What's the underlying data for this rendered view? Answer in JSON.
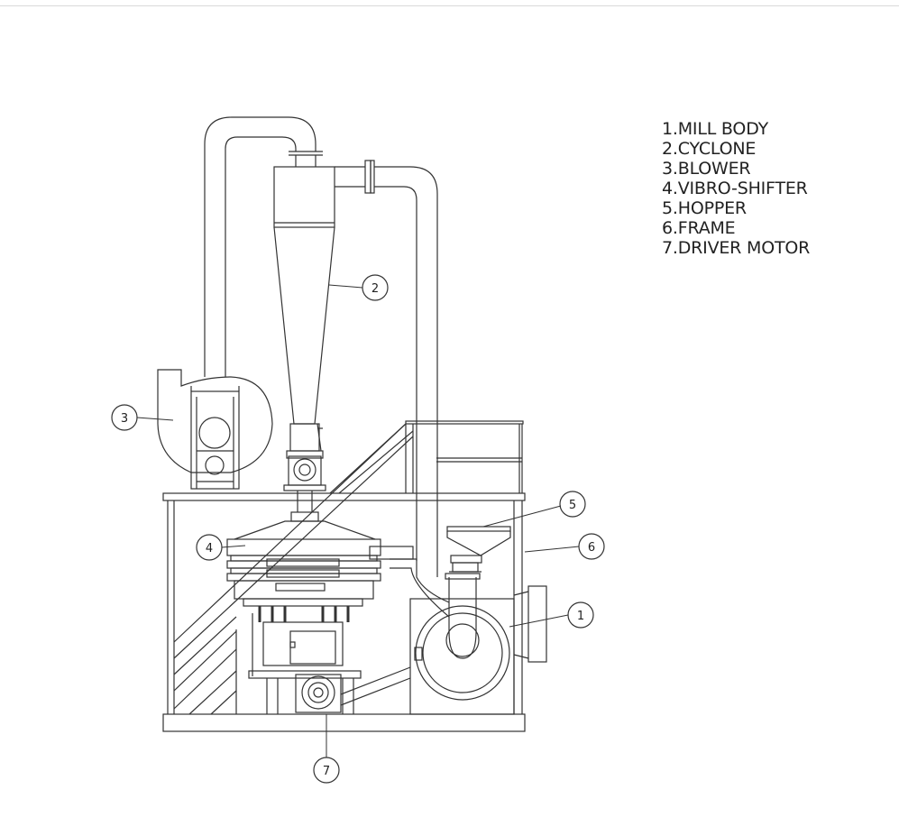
{
  "legend": [
    "1.MILL BODY",
    "2.CYCLONE",
    "3.BLOWER",
    "4.VIBRO-SHIFTER",
    "5.HOPPER",
    "6.FRAME",
    "7.DRIVER MOTOR"
  ],
  "balloons": {
    "mill_body": "1",
    "cyclone": "2",
    "blower": "3",
    "vibro_shifter": "4",
    "hopper": "5",
    "frame": "6",
    "driver_motor": "7"
  },
  "colors": {
    "line": "#333333",
    "background": "#ffffff"
  }
}
